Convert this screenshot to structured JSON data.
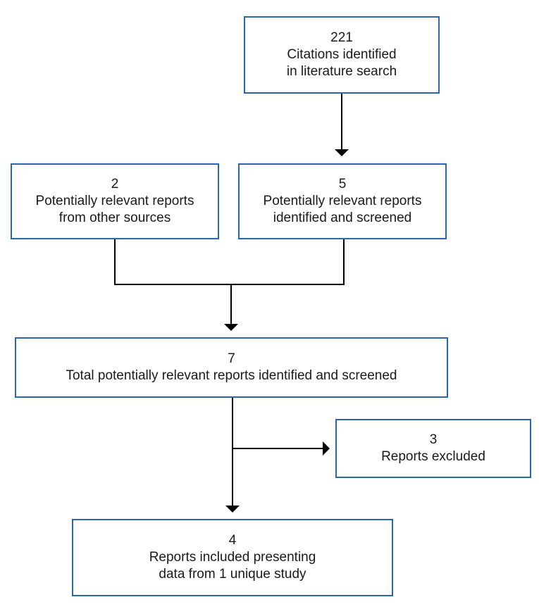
{
  "flowchart": {
    "search": {
      "count": "221",
      "line1": "Citations identified",
      "line2": "in literature search"
    },
    "other_sources": {
      "count": "2",
      "line1": "Potentially relevant reports",
      "line2": "from other sources"
    },
    "screened": {
      "count": "5",
      "line1": "Potentially relevant reports",
      "line2": "identified and screened"
    },
    "total": {
      "count": "7",
      "line1": "Total potentially relevant reports identified and screened"
    },
    "excluded": {
      "count": "3",
      "line1": "Reports excluded"
    },
    "included": {
      "count": "4",
      "line1": "Reports included presenting",
      "line2": "data from 1 unique study"
    }
  },
  "colors": {
    "box_border": "#2b67b0",
    "connector": "#000000",
    "text": "#1a1a1a"
  }
}
